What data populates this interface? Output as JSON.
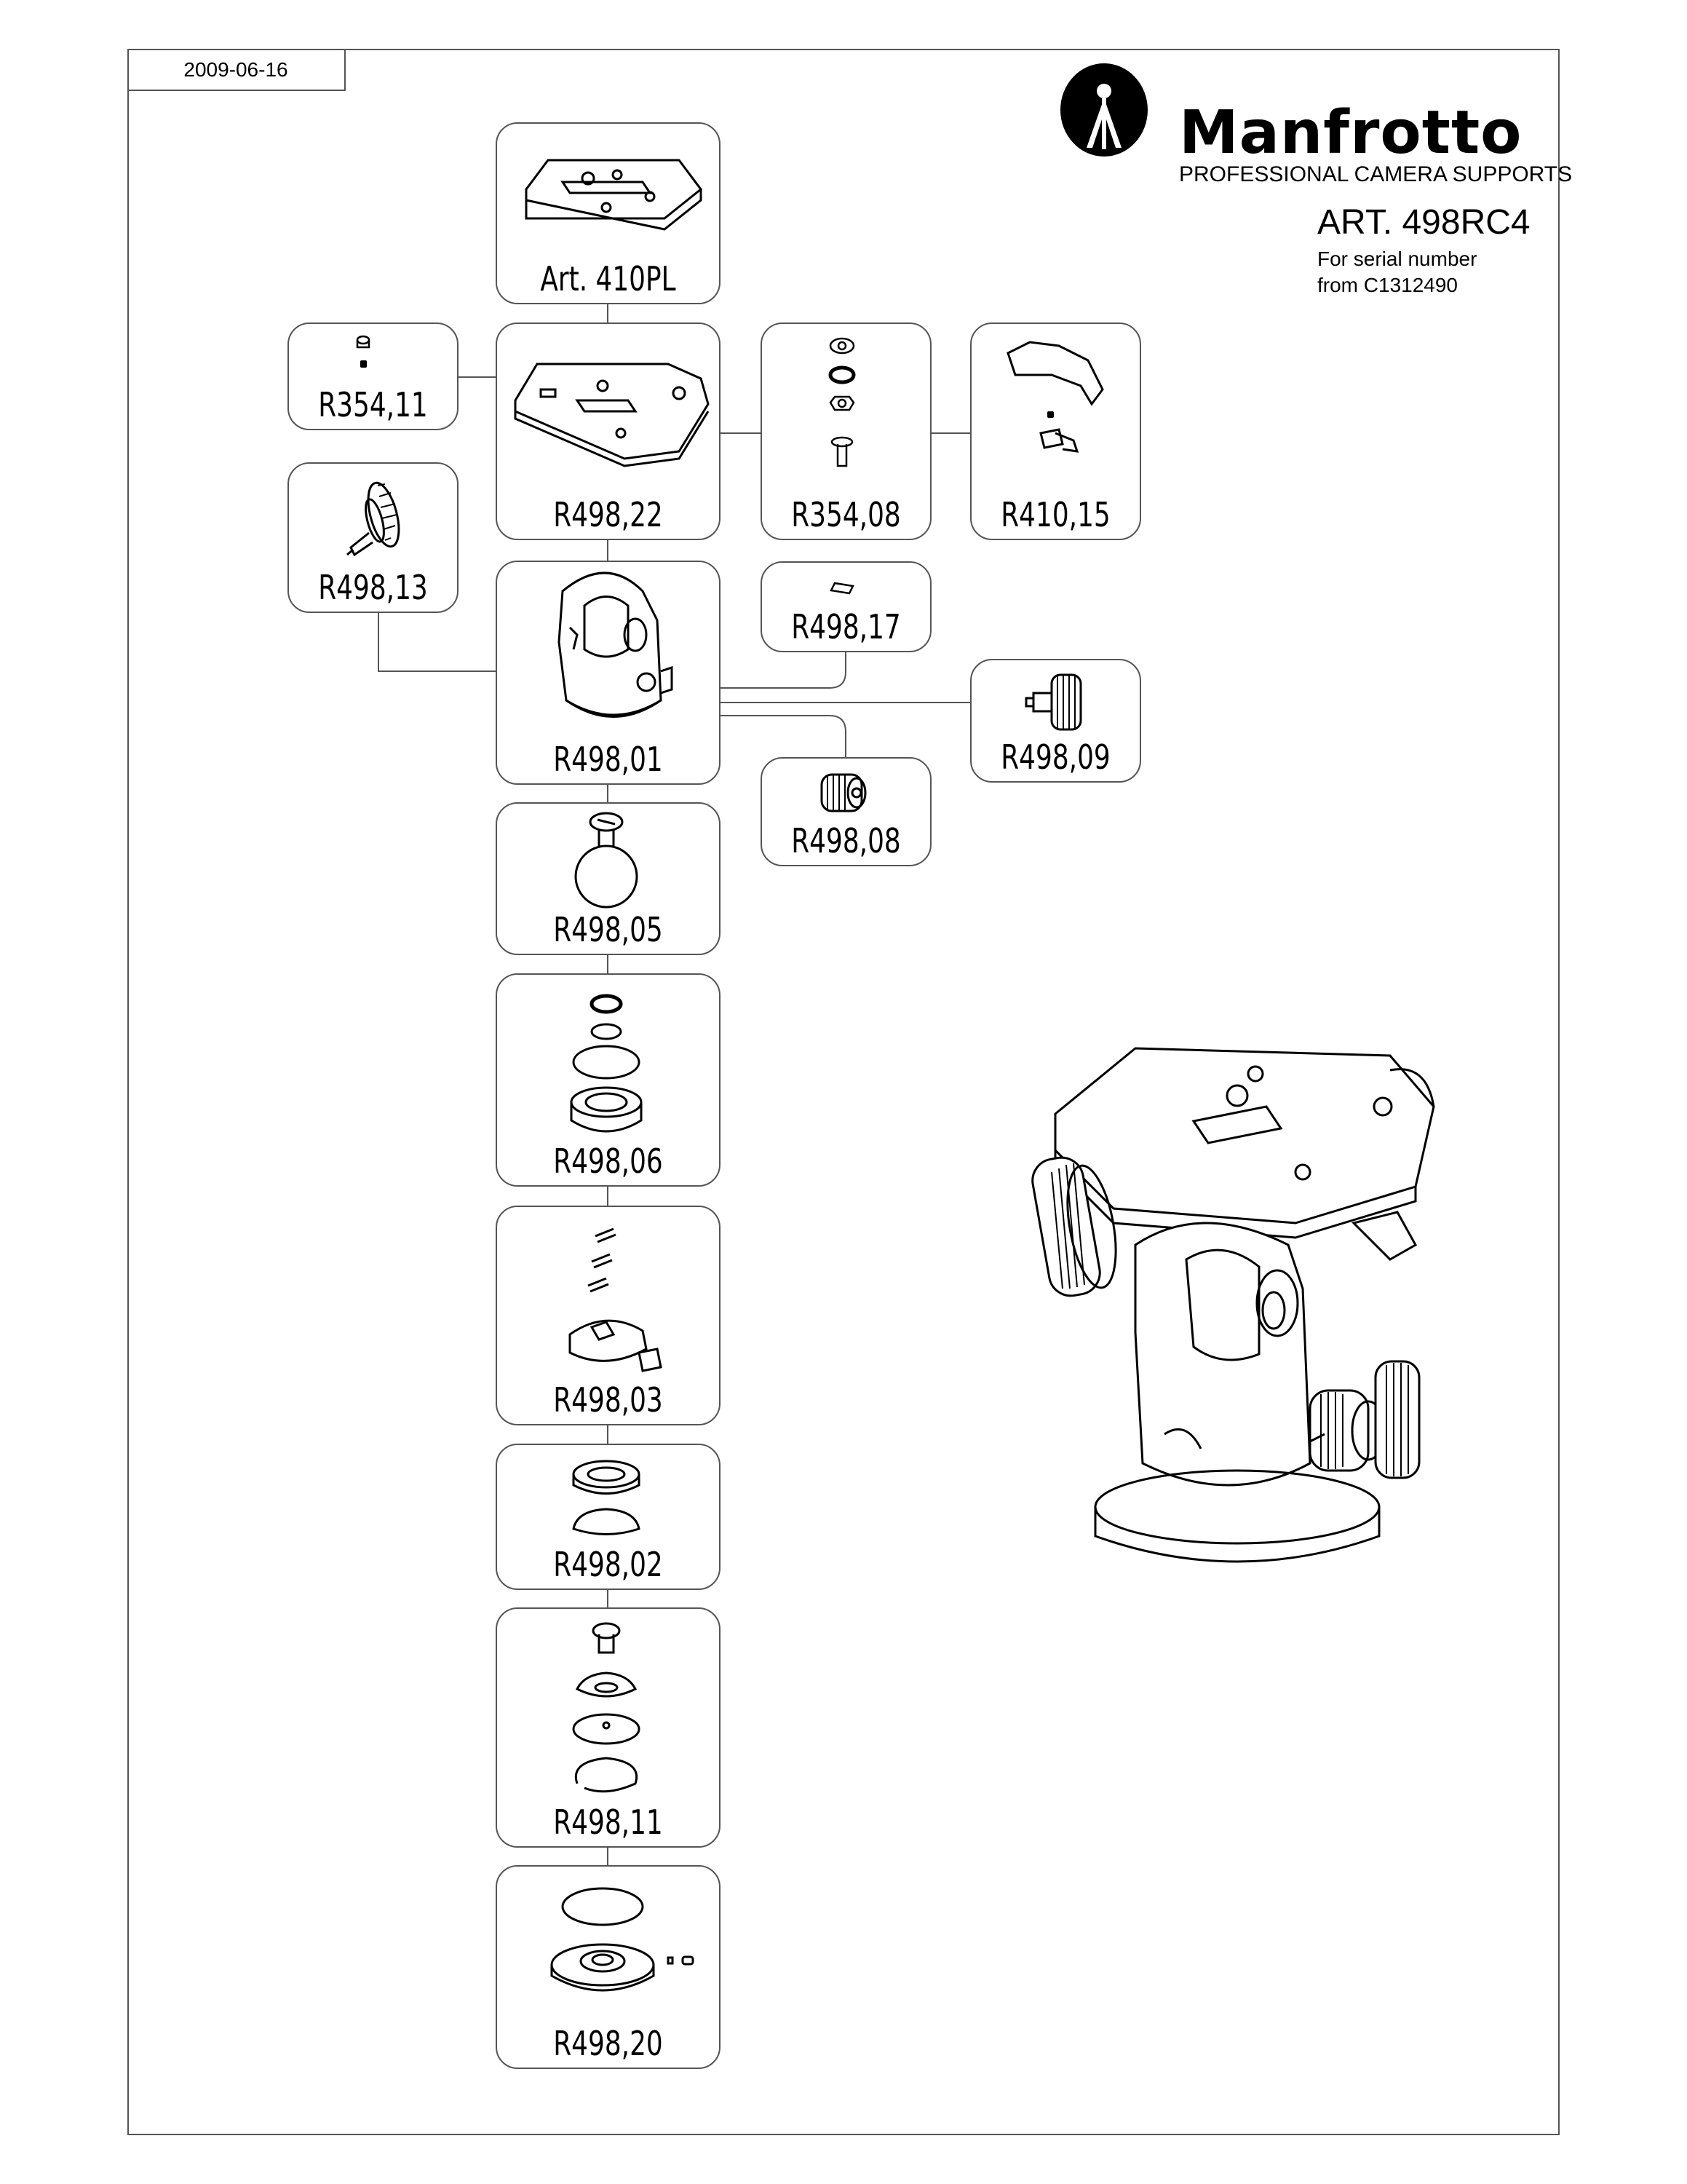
{
  "header": {
    "date": "2009-06-16",
    "brand_name": "Manfrotto",
    "brand_tagline": "PROFESSIONAL CAMERA SUPPORTS",
    "art_title": "ART. 498RC4",
    "serial_line1": "For serial number",
    "serial_line2": "from C1312490"
  },
  "parts": {
    "p410pl": "Art. 410PL",
    "r35411": "R354,11",
    "r49822": "R498,22",
    "r35408": "R354,08",
    "r41015": "R410,15",
    "r49813": "R498,13",
    "r49801": "R498,01",
    "r49817": "R498,17",
    "r49809": "R498,09",
    "r49808": "R498,08",
    "r49805": "R498,05",
    "r49806": "R498,06",
    "r49803": "R498,03",
    "r49802": "R498,02",
    "r49811": "R498,11",
    "r49820": "R498,20"
  },
  "colors": {
    "line": "#555555",
    "ink": "#000000",
    "shade": "#cfcfcf"
  }
}
